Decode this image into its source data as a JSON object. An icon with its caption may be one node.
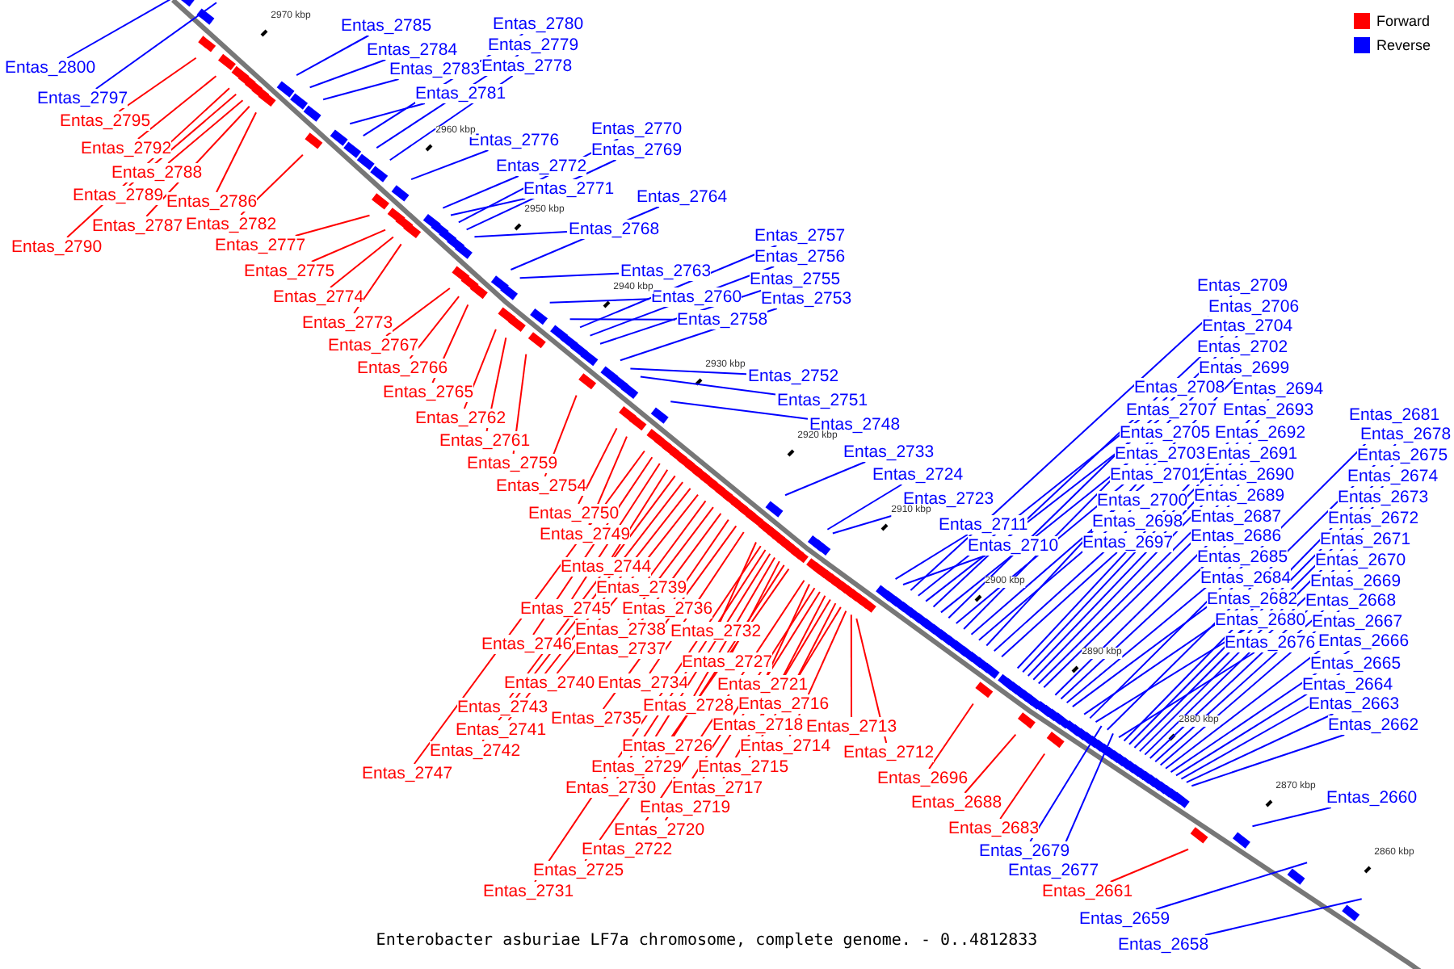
{
  "diagram": {
    "caption": "Enterobacter asburiae LF7a chromosome, complete genome. - 0..4812833",
    "nodes": [
      {
        "text": [
          "Entas_2800"
        ]
      },
      {
        "text": [
          "Entas_2797"
        ]
      },
      {
        "text": [
          "Entas_2795"
        ]
      },
      {
        "text": [
          "Entas_2792"
        ]
      },
      {
        "text": [
          "Entas_2790"
        ]
      },
      {
        "text": [
          "Entas_2789"
        ]
      },
      {
        "text": [
          "Entas_2788"
        ]
      },
      {
        "text": [
          "Entas_2787"
        ]
      },
      {
        "text": [
          "Entas_2786"
        ]
      },
      {
        "text": [
          "Entas_2785"
        ]
      },
      {
        "text": [
          "Entas_2784"
        ]
      },
      {
        "text": [
          "Entas_2783"
        ]
      },
      {
        "text": [
          "Entas_2782"
        ]
      },
      {
        "text": [
          "Entas_2781"
        ]
      },
      {
        "text": [
          "Entas_2780"
        ]
      },
      {
        "text": [
          "Entas_2779"
        ]
      },
      {
        "text": [
          "Entas_2778"
        ]
      },
      {
        "text": [
          "Entas_2777"
        ]
      },
      {
        "text": [
          "Entas_2776"
        ]
      },
      {
        "text": [
          "Entas_2775"
        ]
      },
      {
        "text": [
          "Entas_2774"
        ]
      },
      {
        "text": [
          "Entas_2773"
        ]
      },
      {
        "text": [
          "Entas_2772"
        ]
      },
      {
        "text": [
          "Entas_2771"
        ]
      },
      {
        "text": [
          "Entas_2770"
        ]
      },
      {
        "text": [
          "Entas_2769"
        ]
      },
      {
        "text": [
          "Entas_2768"
        ]
      },
      {
        "text": [
          "Entas_2767"
        ]
      },
      {
        "text": [
          "Entas_2766"
        ]
      },
      {
        "text": [
          "Entas_2765"
        ]
      },
      {
        "text": [
          "Entas_2764"
        ]
      },
      {
        "text": [
          "Entas_2763"
        ]
      },
      {
        "text": [
          "Entas_2762"
        ]
      },
      {
        "text": [
          "Entas_2761"
        ]
      },
      {
        "text": [
          "Entas_2760"
        ]
      },
      {
        "text": [
          "Entas_2759"
        ]
      },
      {
        "text": [
          "Entas_2758"
        ]
      },
      {
        "text": [
          "Entas_2757"
        ]
      },
      {
        "text": [
          "Entas_2756"
        ]
      },
      {
        "text": [
          "Entas_2755"
        ]
      },
      {
        "text": [
          "Entas_2754"
        ]
      },
      {
        "text": [
          "Entas_2753"
        ]
      },
      {
        "text": [
          "Entas_2752"
        ]
      },
      {
        "text": [
          "Entas_2751"
        ]
      },
      {
        "text": [
          "Entas_2750"
        ]
      },
      {
        "text": [
          "Entas_2749"
        ]
      },
      {
        "text": [
          "Entas_2748"
        ]
      },
      {
        "text": [
          "Entas_2747"
        ]
      },
      {
        "text": [
          "Entas_2746"
        ]
      },
      {
        "text": [
          "Entas_2745"
        ]
      },
      {
        "text": [
          "Entas_2744"
        ]
      },
      {
        "text": [
          "Entas_2743"
        ]
      },
      {
        "text": [
          "Entas_2742"
        ]
      },
      {
        "text": [
          "Entas_2741"
        ]
      },
      {
        "text": [
          "Entas_2740"
        ]
      },
      {
        "text": [
          "Entas_2739"
        ]
      },
      {
        "text": [
          "Entas_2738"
        ]
      },
      {
        "text": [
          "Entas_2737"
        ]
      },
      {
        "text": [
          "Entas_2736"
        ]
      },
      {
        "text": [
          "Entas_2735"
        ]
      },
      {
        "text": [
          "Entas_2734"
        ]
      },
      {
        "text": [
          "Entas_2733"
        ]
      },
      {
        "text": [
          "Entas_2732"
        ]
      },
      {
        "text": [
          "Entas_2731"
        ]
      },
      {
        "text": [
          "Entas_2730"
        ]
      },
      {
        "text": [
          "Entas_2729"
        ]
      },
      {
        "text": [
          "Entas_2728"
        ]
      },
      {
        "text": [
          "Entas_2727"
        ]
      },
      {
        "text": [
          "Entas_2726"
        ]
      },
      {
        "text": [
          "Entas_2725"
        ]
      },
      {
        "text": [
          "Entas_2724"
        ]
      },
      {
        "text": [
          "Entas_2723"
        ]
      },
      {
        "text": [
          "Entas_2722"
        ]
      },
      {
        "text": [
          "Entas_2721"
        ]
      },
      {
        "text": [
          "Entas_2720"
        ]
      },
      {
        "text": [
          "Entas_2719"
        ]
      },
      {
        "text": [
          "Entas_2718"
        ]
      },
      {
        "text": [
          "Entas_2717"
        ]
      },
      {
        "text": [
          "Entas_2716"
        ]
      },
      {
        "text": [
          "Entas_2715"
        ]
      },
      {
        "text": [
          "Entas_2714"
        ]
      },
      {
        "text": [
          "Entas_2713"
        ]
      },
      {
        "text": [
          "Entas_2712"
        ]
      },
      {
        "text": [
          "Entas_2711"
        ]
      },
      {
        "text": [
          "Entas_2710"
        ]
      },
      {
        "text": [
          "Entas_2709"
        ]
      },
      {
        "text": [
          "Entas_2708"
        ]
      },
      {
        "text": [
          "Entas_2707"
        ]
      },
      {
        "text": [
          "Entas_2706"
        ]
      },
      {
        "text": [
          "Entas_2705"
        ]
      },
      {
        "text": [
          "Entas_2704"
        ]
      },
      {
        "text": [
          "Entas_2703"
        ]
      },
      {
        "text": [
          "Entas_2702"
        ]
      },
      {
        "text": [
          "Entas_2701"
        ]
      },
      {
        "text": [
          "Entas_2700"
        ]
      },
      {
        "text": [
          "Entas_2699"
        ]
      },
      {
        "text": [
          "Entas_2698"
        ]
      },
      {
        "text": [
          "Entas_2697"
        ]
      },
      {
        "text": [
          "Entas_2696"
        ]
      },
      {
        "text": [
          "Entas_2694"
        ]
      },
      {
        "text": [
          "Entas_2693"
        ]
      },
      {
        "text": [
          "Entas_2692"
        ]
      },
      {
        "text": [
          "Entas_2691"
        ]
      },
      {
        "text": [
          "Entas_2690"
        ]
      },
      {
        "text": [
          "Entas_2689"
        ]
      },
      {
        "text": [
          "Entas_2688"
        ]
      },
      {
        "text": [
          "Entas_2687"
        ]
      },
      {
        "text": [
          "Entas_2686"
        ]
      },
      {
        "text": [
          "Entas_2685"
        ]
      },
      {
        "text": [
          "Entas_2684"
        ]
      },
      {
        "text": [
          "Entas_2683"
        ]
      },
      {
        "text": [
          "Entas_2682"
        ]
      },
      {
        "text": [
          "Entas_2681"
        ]
      },
      {
        "text": [
          "Entas_2680"
        ]
      },
      {
        "text": [
          "Entas_2679"
        ]
      },
      {
        "text": [
          "Entas_2678"
        ]
      },
      {
        "text": [
          "Entas_2677"
        ]
      },
      {
        "text": [
          "Entas_2676"
        ]
      },
      {
        "text": [
          "Entas_2675"
        ]
      },
      {
        "text": [
          "Entas_2674"
        ]
      },
      {
        "text": [
          "Entas_2673"
        ]
      },
      {
        "text": [
          "Entas_2672"
        ]
      },
      {
        "text": [
          "Entas_2671"
        ]
      },
      {
        "text": [
          "Entas_2670"
        ]
      },
      {
        "text": [
          "Entas_2669"
        ]
      },
      {
        "text": [
          "Entas_2668"
        ]
      },
      {
        "text": [
          "Entas_2667"
        ]
      },
      {
        "text": [
          "Entas_2666"
        ]
      },
      {
        "text": [
          "Entas_2665"
        ]
      },
      {
        "text": [
          "Entas_2664"
        ]
      },
      {
        "text": [
          "Entas_2663"
        ]
      },
      {
        "text": [
          "Entas_2662"
        ]
      },
      {
        "text": [
          "Entas_2661"
        ]
      },
      {
        "text": [
          "Entas_2660"
        ]
      },
      {
        "text": [
          "Entas_2659"
        ]
      },
      {
        "text": [
          "Entas_2658"
        ]
      }
    ],
    "edges": [
      {
        "from": 0,
        "to": null,
        "arrow": "none"
      },
      {
        "from": 1,
        "to": null,
        "arrow": "none"
      },
      {
        "from": 2,
        "to": null,
        "arrow": "none",
        "color": "#ff0000"
      },
      {
        "from": 3,
        "to": null,
        "arrow": "none",
        "color": "#ff0000"
      },
      {
        "from": 4,
        "to": null,
        "arrow": "none",
        "color": "#ff0000"
      },
      {
        "from": 5,
        "to": null,
        "arrow": "none",
        "color": "#ff0000"
      },
      {
        "from": 6,
        "to": null,
        "arrow": "none",
        "color": "#ff0000"
      },
      {
        "from": 7,
        "to": null,
        "arrow": "none",
        "color": "#ff0000"
      },
      {
        "from": 8,
        "to": null,
        "arrow": "none",
        "color": "#ff0000"
      },
      {
        "from": 9,
        "to": null,
        "arrow": "none"
      },
      {
        "from": 10,
        "to": null,
        "arrow": "none"
      },
      {
        "from": 11,
        "to": null,
        "arrow": "none"
      },
      {
        "from": 12,
        "to": null,
        "arrow": "none",
        "color": "#ff0000"
      },
      {
        "from": 13,
        "to": null,
        "arrow": "none"
      },
      {
        "from": 14,
        "to": null,
        "arrow": "none"
      },
      {
        "from": 15,
        "to": null,
        "arrow": "none"
      },
      {
        "from": 16,
        "to": null,
        "arrow": "none"
      },
      {
        "from": 17,
        "to": null,
        "arrow": "none",
        "color": "#ff0000"
      },
      {
        "from": 18,
        "to": null,
        "arrow": "none"
      },
      {
        "from": 19,
        "to": null,
        "arrow": "none",
        "color": "#ff0000"
      },
      {
        "from": 20,
        "to": null,
        "arrow": "none",
        "color": "#ff0000"
      },
      {
        "from": 21,
        "to": null,
        "arrow": "none",
        "color": "#ff0000"
      },
      {
        "from": 22,
        "to": null,
        "arrow": "none"
      },
      {
        "from": 23,
        "to": null,
        "arrow": "none"
      },
      {
        "from": 24,
        "to": null,
        "arrow": "none"
      },
      {
        "from": 25,
        "to": null,
        "arrow": "none"
      },
      {
        "from": 26,
        "to": null,
        "arrow": "none"
      },
      {
        "from": 27,
        "to": null,
        "arrow": "none",
        "color": "#ff0000"
      },
      {
        "from": 28,
        "to": null,
        "arrow": "none",
        "color": "#ff0000"
      },
      {
        "from": 29,
        "to": null,
        "arrow": "none",
        "color": "#ff0000"
      },
      {
        "from": 30,
        "to": null,
        "arrow": "none"
      },
      {
        "from": 31,
        "to": null,
        "arrow": "none"
      },
      {
        "from": 32,
        "to": null,
        "arrow": "none",
        "color": "#ff0000"
      },
      {
        "from": 33,
        "to": null,
        "arrow": "none",
        "color": "#ff0000"
      },
      {
        "from": 34,
        "to": null,
        "arrow": "none"
      },
      {
        "from": 35,
        "to": null,
        "arrow": "none",
        "color": "#ff0000"
      },
      {
        "from": 36,
        "to": null,
        "arrow": "none"
      },
      {
        "from": 37,
        "to": null,
        "arrow": "none"
      },
      {
        "from": 38,
        "to": null,
        "arrow": "none"
      },
      {
        "from": 39,
        "to": null,
        "arrow": "none"
      },
      {
        "from": 40,
        "to": null,
        "arrow": "none",
        "color": "#ff0000"
      },
      {
        "from": 41,
        "to": null,
        "arrow": "none"
      },
      {
        "from": 42,
        "to": null,
        "arrow": "none"
      },
      {
        "from": 43,
        "to": null,
        "arrow": "none"
      },
      {
        "from": 44,
        "to": null,
        "arrow": "none",
        "color": "#ff0000"
      },
      {
        "from": 45,
        "to": null,
        "arrow": "none",
        "color": "#ff0000"
      },
      {
        "from": 46,
        "to": null,
        "arrow": "none"
      },
      {
        "from": 47,
        "to": null,
        "arrow": "none",
        "color": "#ff0000"
      },
      {
        "from": 48,
        "to": null,
        "arrow": "none",
        "color": "#ff0000"
      },
      {
        "from": 49,
        "to": null,
        "arrow": "none",
        "color": "#ff0000"
      },
      {
        "from": 50,
        "to": null,
        "arrow": "none",
        "color": "#ff0000"
      },
      {
        "from": 51,
        "to": null,
        "arrow": "none",
        "color": "#ff0000"
      },
      {
        "from": 52,
        "to": null,
        "arrow": "none",
        "color": "#ff0000"
      },
      {
        "from": 53,
        "to": null,
        "arrow": "none",
        "color": "#ff0000"
      },
      {
        "from": 54,
        "to": null,
        "arrow": "none",
        "color": "#ff0000"
      },
      {
        "from": 55,
        "to": null,
        "arrow": "none",
        "color": "#ff0000"
      },
      {
        "from": 56,
        "to": null,
        "arrow": "none",
        "color": "#ff0000"
      },
      {
        "from": 57,
        "to": null,
        "arrow": "none",
        "color": "#ff0000"
      },
      {
        "from": 58,
        "to": null,
        "arrow": "none",
        "color": "#ff0000"
      },
      {
        "from": 59,
        "to": null,
        "arrow": "none",
        "color": "#ff0000"
      },
      {
        "from": 60,
        "to": null,
        "arrow": "none",
        "color": "#ff0000"
      },
      {
        "from": 61,
        "to": null,
        "arrow": "none"
      },
      {
        "from": 62,
        "to": null,
        "arrow": "none",
        "color": "#ff0000"
      },
      {
        "from": 63,
        "to": null,
        "arrow": "none",
        "color": "#ff0000"
      },
      {
        "from": 64,
        "to": null,
        "arrow": "none",
        "color": "#ff0000"
      },
      {
        "from": 65,
        "to": null,
        "arrow": "none",
        "color": "#ff0000"
      },
      {
        "from": 66,
        "to": null,
        "arrow": "none",
        "color": "#ff0000"
      },
      {
        "from": 67,
        "to": null,
        "arrow": "none",
        "color": "#ff0000"
      },
      {
        "from": 68,
        "to": null,
        "arrow": "none",
        "color": "#ff0000"
      },
      {
        "from": 69,
        "to": null,
        "arrow": "none",
        "color": "#ff0000"
      },
      {
        "from": 70,
        "to": null,
        "arrow": "none"
      },
      {
        "from": 71,
        "to": null,
        "arrow": "none"
      },
      {
        "from": 72,
        "to": null,
        "arrow": "none",
        "color": "#ff0000"
      },
      {
        "from": 73,
        "to": null,
        "arrow": "none",
        "color": "#ff0000"
      },
      {
        "from": 74,
        "to": null,
        "arrow": "none",
        "color": "#ff0000"
      },
      {
        "from": 75,
        "to": null,
        "arrow": "none",
        "color": "#ff0000"
      },
      {
        "from": 76,
        "to": null,
        "arrow": "none",
        "color": "#ff0000"
      },
      {
        "from": 77,
        "to": null,
        "arrow": "none",
        "color": "#ff0000"
      },
      {
        "from": 78,
        "to": null,
        "arrow": "none",
        "color": "#ff0000"
      },
      {
        "from": 79,
        "to": null,
        "arrow": "none",
        "color": "#ff0000"
      },
      {
        "from": 80,
        "to": null,
        "arrow": "none",
        "color": "#ff0000"
      },
      {
        "from": 81,
        "to": null,
        "arrow": "none",
        "color": "#ff0000"
      },
      {
        "from": 82,
        "to": null,
        "arrow": "none",
        "color": "#ff0000"
      },
      {
        "from": 83,
        "to": null,
        "arrow": "none"
      },
      {
        "from": 84,
        "to": null,
        "arrow": "none"
      },
      {
        "from": 85,
        "to": null,
        "arrow": "none"
      },
      {
        "from": 86,
        "to": null,
        "arrow": "none"
      },
      {
        "from": 87,
        "to": null,
        "arrow": "none"
      },
      {
        "from": 88,
        "to": null,
        "arrow": "none"
      },
      {
        "from": 89,
        "to": null,
        "arrow": "none"
      },
      {
        "from": 90,
        "to": null,
        "arrow": "none"
      },
      {
        "from": 91,
        "to": null,
        "arrow": "none"
      },
      {
        "from": 92,
        "to": null,
        "arrow": "none"
      },
      {
        "from": 93,
        "to": null,
        "arrow": "none"
      },
      {
        "from": 94,
        "to": null,
        "arrow": "none"
      },
      {
        "from": 95,
        "to": null,
        "arrow": "none"
      },
      {
        "from": 96,
        "to": null,
        "arrow": "none"
      },
      {
        "from": 97,
        "to": null,
        "arrow": "none"
      },
      {
        "from": 98,
        "to": null,
        "arrow": "none",
        "color": "#ff0000"
      },
      {
        "from": 99,
        "to": null,
        "arrow": "none"
      },
      {
        "from": 100,
        "to": null,
        "arrow": "none"
      },
      {
        "from": 101,
        "to": null,
        "arrow": "none"
      },
      {
        "from": 102,
        "to": null,
        "arrow": "none"
      },
      {
        "from": 103,
        "to": null,
        "arrow": "none"
      },
      {
        "from": 104,
        "to": null,
        "arrow": "none"
      },
      {
        "from": 105,
        "to": null,
        "arrow": "none",
        "color": "#ff0000"
      },
      {
        "from": 106,
        "to": null,
        "arrow": "none"
      },
      {
        "from": 107,
        "to": null,
        "arrow": "none"
      },
      {
        "from": 108,
        "to": null,
        "arrow": "none"
      },
      {
        "from": 109,
        "to": null,
        "arrow": "none"
      },
      {
        "from": 110,
        "to": null,
        "arrow": "none",
        "color": "#ff0000"
      },
      {
        "from": 111,
        "to": null,
        "arrow": "none"
      },
      {
        "from": 112,
        "to": null,
        "arrow": "none"
      },
      {
        "from": 113,
        "to": null,
        "arrow": "none"
      },
      {
        "from": 114,
        "to": null,
        "arrow": "none"
      },
      {
        "from": 115,
        "to": null,
        "arrow": "none"
      },
      {
        "from": 116,
        "to": null,
        "arrow": "none"
      },
      {
        "from": 117,
        "to": null,
        "arrow": "none"
      },
      {
        "from": 118,
        "to": null,
        "arrow": "none"
      },
      {
        "from": 119,
        "to": null,
        "arrow": "none"
      },
      {
        "from": 120,
        "to": null,
        "arrow": "none"
      },
      {
        "from": 121,
        "to": null,
        "arrow": "none"
      },
      {
        "from": 122,
        "to": null,
        "arrow": "none"
      },
      {
        "from": 123,
        "to": null,
        "arrow": "none"
      },
      {
        "from": 124,
        "to": null,
        "arrow": "none"
      },
      {
        "from": 125,
        "to": null,
        "arrow": "none"
      },
      {
        "from": 126,
        "to": null,
        "arrow": "none"
      },
      {
        "from": 127,
        "to": null,
        "arrow": "none"
      },
      {
        "from": 128,
        "to": null,
        "arrow": "none"
      },
      {
        "from": 129,
        "to": null,
        "arrow": "none"
      },
      {
        "from": 130,
        "to": null,
        "arrow": "none"
      },
      {
        "from": 131,
        "to": null,
        "arrow": "none"
      },
      {
        "from": 132,
        "to": null,
        "arrow": "none",
        "color": "#ff0000"
      },
      {
        "from": 133,
        "to": null,
        "arrow": "none"
      },
      {
        "from": 134,
        "to": null,
        "arrow": "none"
      },
      {
        "from": 135,
        "to": null,
        "arrow": "none"
      }
    ],
    "labels": [
      "2970 kbp",
      "2960 kbp",
      "2950 kbp",
      "2940 kbp",
      "2930 kbp",
      "2920 kbp",
      "2910 kbp",
      "2900 kbp",
      "2890 kbp",
      "2880 kbp",
      "2870 kbp",
      "2860 kbp"
    ],
    "legend": [
      {
        "text": "Forward",
        "color": "#ff0000"
      },
      {
        "text": "Reverse",
        "color": "#0000ff"
      }
    ]
  }
}
